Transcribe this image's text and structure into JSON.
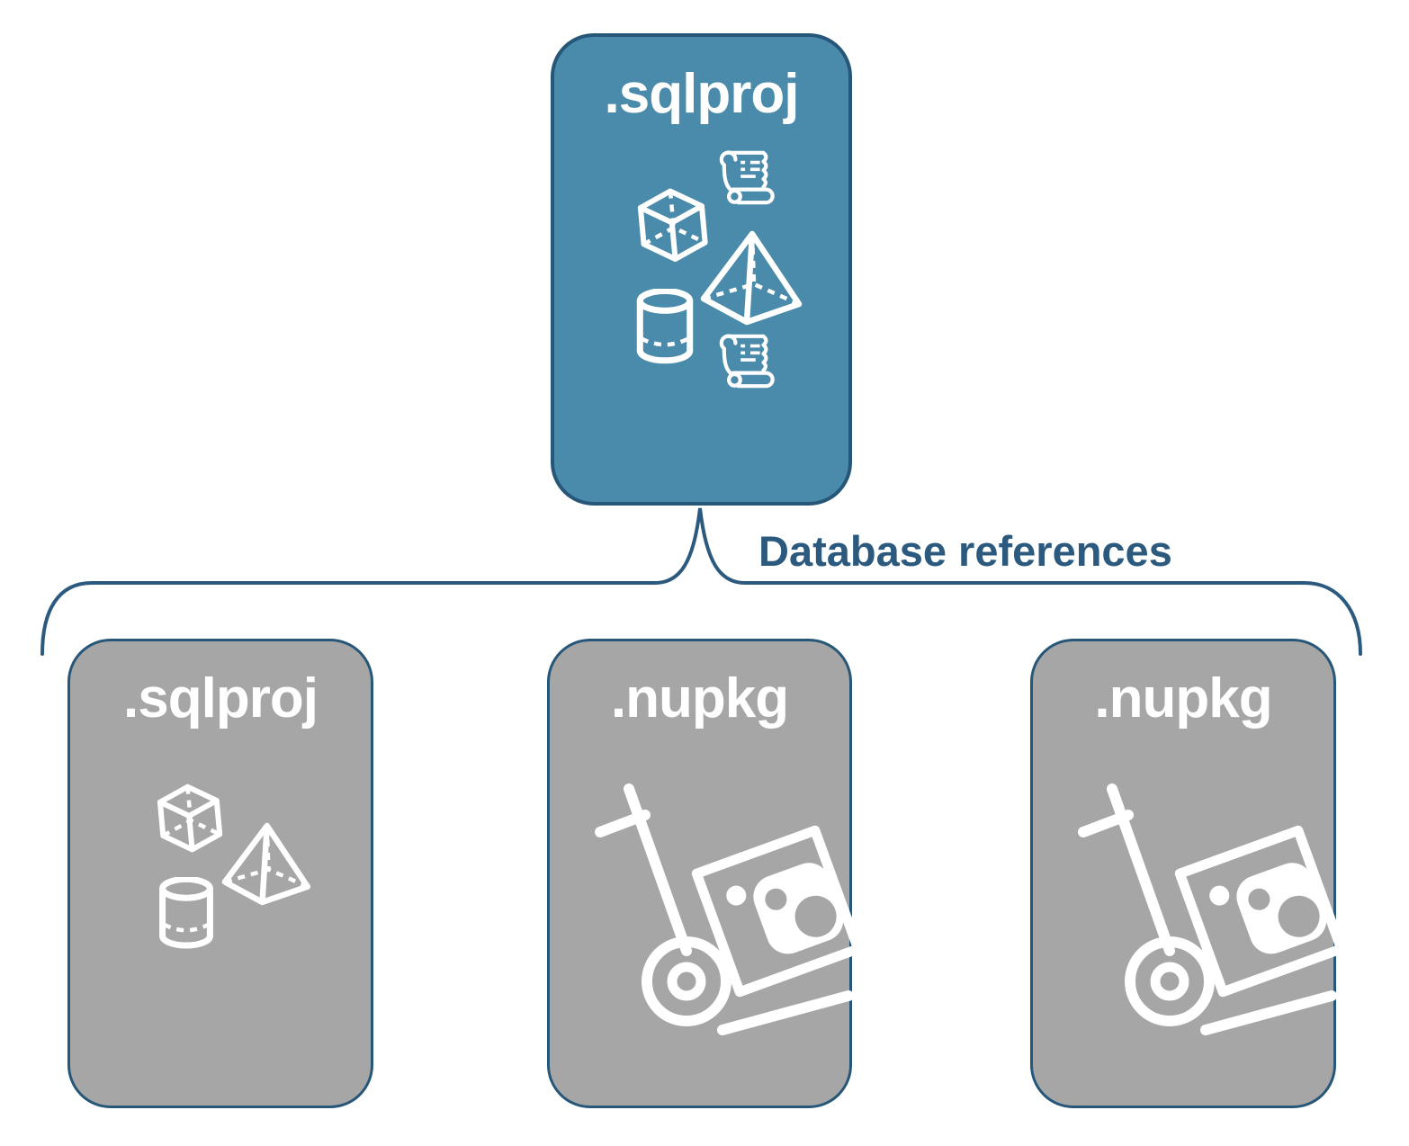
{
  "diagram": {
    "root": {
      "label": ".sqlproj",
      "icons": [
        "scroll-icon",
        "cube-icon",
        "pyramid-icon",
        "cylinder-icon",
        "scroll-icon"
      ]
    },
    "connector": {
      "label": "Database references",
      "shape": "upward-curly-brace"
    },
    "children": [
      {
        "label": ".sqlproj",
        "icons": [
          "cube-icon",
          "pyramid-icon",
          "cylinder-icon"
        ]
      },
      {
        "label": ".nupkg",
        "icons": [
          "nuget-hand-truck-icon"
        ]
      },
      {
        "label": ".nupkg",
        "icons": [
          "nuget-hand-truck-icon"
        ]
      }
    ],
    "colors": {
      "root_fill": "#4A8BAB",
      "child_fill": "#A6A6A6",
      "border": "#265678",
      "accent_text": "#2C5A7F",
      "icon": "#FFFFFF",
      "background": "#FFFFFF"
    }
  }
}
